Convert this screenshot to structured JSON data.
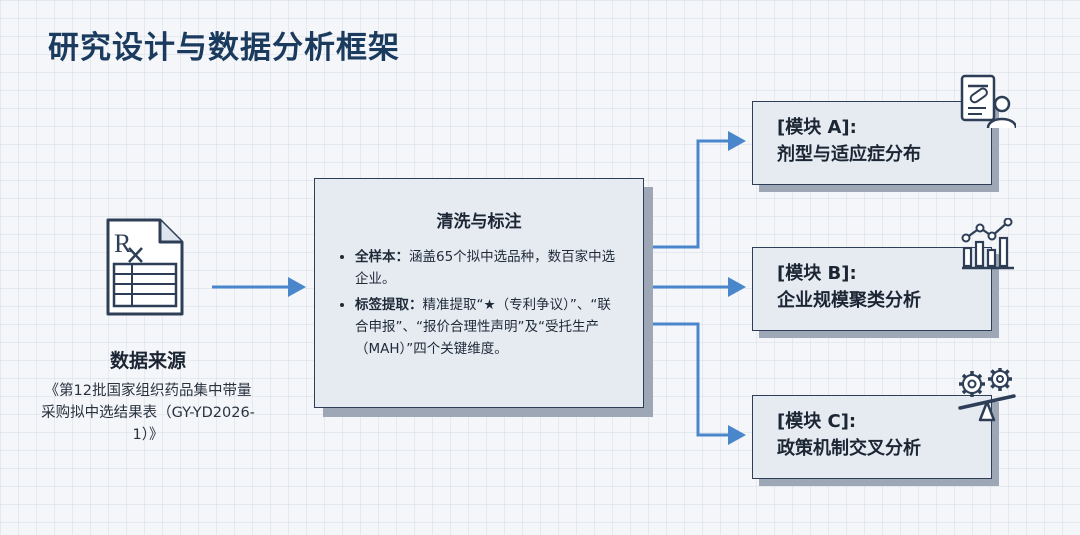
{
  "title": "研究设计与数据分析框架",
  "source": {
    "heading": "数据来源",
    "description": "《第12批国家组织药品集中带量采购拟中选结果表（GY-YD2026-1）》",
    "icon": "prescription-document-icon"
  },
  "process": {
    "title": "清洗与标注",
    "bullets": [
      {
        "label": "全样本：",
        "text": "涵盖65个拟中选品种，数百家中选企业。"
      },
      {
        "label": "标签提取：",
        "text": "精准提取“★（专利争议）”、“联合申报”、“报价合理性声明”及“受托生产（MAH）”四个关键维度。"
      }
    ]
  },
  "modules": [
    {
      "tag": "[模块 A]:",
      "name": "剂型与适应症分布",
      "icon": "document-user-icon"
    },
    {
      "tag": "[模块 B]:",
      "name": "企业规模聚类分析",
      "icon": "bar-chart-trend-icon"
    },
    {
      "tag": "[模块 C]:",
      "name": "政策机制交叉分析",
      "icon": "gears-balance-icon"
    }
  ],
  "colors": {
    "title": "#1a3a5e",
    "arrow": "#4a86cc",
    "panel": "#e6ebf2",
    "border": "#2d3e56",
    "shadow": "#9da7b5"
  }
}
